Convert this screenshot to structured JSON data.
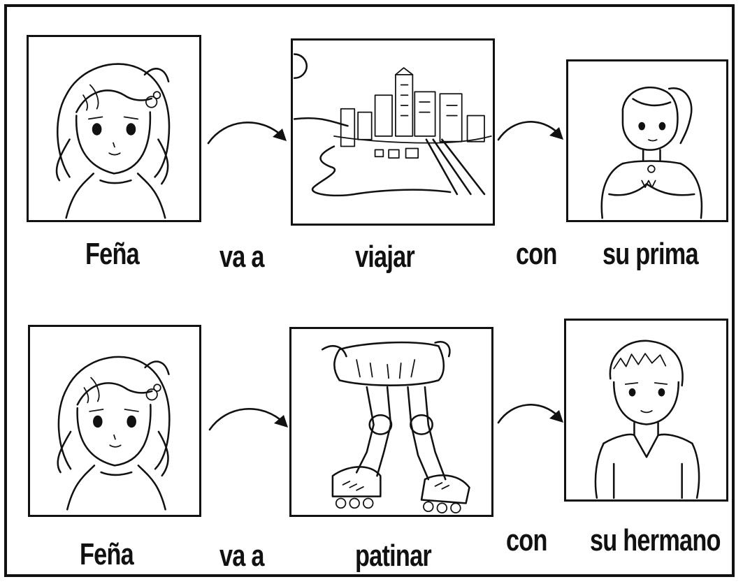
{
  "rows": [
    {
      "subject": "Feña",
      "verb": "va a",
      "activity": "viajar",
      "connector": "con",
      "companion": "su prima",
      "pictures": {
        "subject": "girl-portrait",
        "activity": "city-skyline",
        "companion": "girl-with-ponytail"
      }
    },
    {
      "subject": "Feña",
      "verb": "va a",
      "activity": "patinar",
      "connector": "con",
      "companion": "su hermano",
      "pictures": {
        "subject": "girl-portrait",
        "activity": "roller-skates",
        "companion": "boy-portrait"
      }
    }
  ],
  "colors": {
    "ink": "#111111",
    "paper": "#ffffff"
  }
}
